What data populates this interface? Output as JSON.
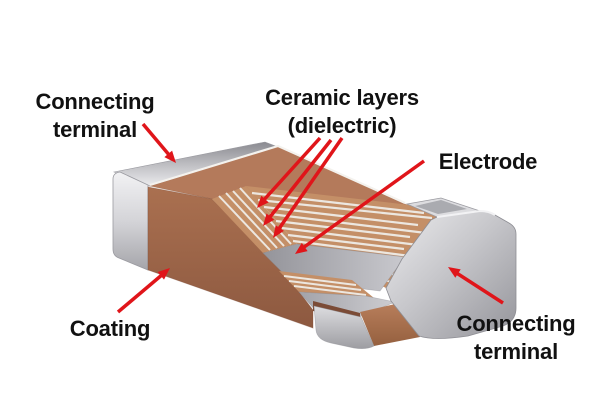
{
  "figure": {
    "type": "cutaway-diagram",
    "subject": "Multilayer ceramic chip capacitor construction"
  },
  "labels": {
    "terminal_left": {
      "line1": "Connecting",
      "line2": "terminal"
    },
    "ceramic": {
      "line1": "Ceramic layers",
      "line2": "(dielectric)"
    },
    "electrode": {
      "text": "Electrode"
    },
    "coating": {
      "text": "Coating"
    },
    "terminal_right": {
      "line1": "Connecting",
      "line2": "terminal"
    }
  },
  "arrows": [
    {
      "from": "connecting-terminal-left-label",
      "to": "left-terminal-cap",
      "count": 1
    },
    {
      "from": "ceramic-layers-label",
      "to": "ceramic-layer-stack",
      "count": 3
    },
    {
      "from": "electrode-label",
      "to": "electrode-plateau",
      "count": 1
    },
    {
      "from": "coating-label",
      "to": "coating-front-face",
      "count": 1
    },
    {
      "from": "connecting-terminal-right-label",
      "to": "right-terminal-cap",
      "count": 1
    }
  ],
  "colors": {
    "background": "#ffffff",
    "label_text": "#111111",
    "arrow_red": "#e0151a",
    "coating_top": "#b47a5b",
    "coating_front": "#a06a4b",
    "ceramic_tan": "#c48f67",
    "electrode_stripe": "#ece7e0",
    "terminal_silver": "#cfcfd3",
    "inner_electrode_gray": "#aeaeb4"
  }
}
